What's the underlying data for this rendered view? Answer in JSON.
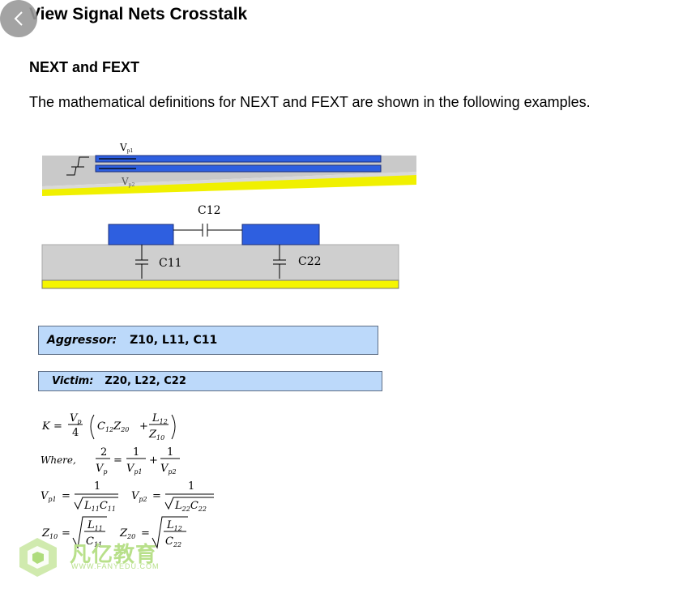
{
  "heading": "View Signal Nets Crosstalk",
  "section": "NEXT and FEXT",
  "intro": "The mathematical definitions for NEXT and FEXT are shown in the following examples.",
  "diagram": {
    "vp1": "V",
    "vp1_sub": "p1",
    "vp2": "V",
    "vp2_sub": "p2",
    "c12": "C12",
    "c11": "C11",
    "c22": "C22"
  },
  "aggressor": {
    "label": "Aggressor:",
    "params": "Z10, L11, C11"
  },
  "victim": {
    "label": "Victim:",
    "params": "Z20, L22, C22"
  },
  "formulas": {
    "k": "K",
    "where": "Where,",
    "vp": "V",
    "p": "p",
    "four": "4",
    "two": "2",
    "one": "1",
    "c12": "C",
    "c12_sub": "12",
    "z20": "Z",
    "z20_sub": "20",
    "l12": "L",
    "l12_sub": "12",
    "z10": "Z",
    "z10_sub": "10",
    "vp1_sub": "p1",
    "vp2_sub": "p2",
    "l11": "L",
    "l11_sub": "11",
    "c11": "C",
    "c11_sub": "11",
    "l22": "L",
    "l22_sub": "22",
    "c22": "C",
    "c22_sub": "22"
  },
  "watermark": {
    "brand": "凡亿教育",
    "url": "WWW.FANYEDU.COM"
  },
  "colors": {
    "trace": "#2e5fe0",
    "dielectric": "#cfcfcf",
    "ground": "#f5f500",
    "box": "#bcd9fa"
  }
}
